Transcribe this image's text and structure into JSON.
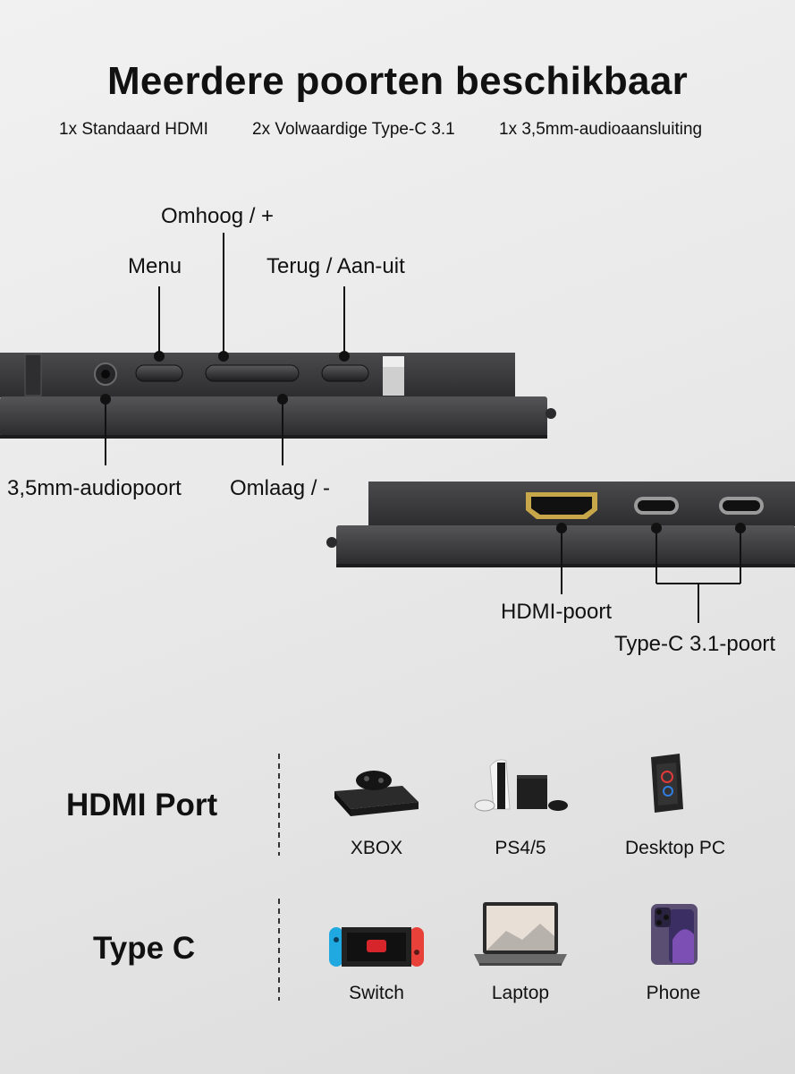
{
  "header": {
    "title": "Meerdere poorten beschikbaar",
    "features": [
      "1x Standaard HDMI",
      "2x Volwaardige Type-C 3.1",
      "1x 3,5mm-audioaansluiting"
    ]
  },
  "side_panel": {
    "labels": {
      "up": "Omhoog / +",
      "menu": "Menu",
      "back_power": "Terug / Aan-uit",
      "audio": "3,5mm-audiopoort",
      "down": "Omlaag / -"
    }
  },
  "port_panel": {
    "labels": {
      "hdmi": "HDMI-poort",
      "typec": "Type-C 3.1-poort"
    }
  },
  "compatibility": {
    "hdmi": {
      "title": "HDMI Port",
      "devices": [
        "XBOX",
        "PS4/5",
        "Desktop PC"
      ]
    },
    "typec": {
      "title": "Type C",
      "devices": [
        "Switch",
        "Laptop",
        "Phone"
      ]
    }
  },
  "colors": {
    "device_body": "#3a3a3c",
    "accent_gold": "#c8a64a"
  }
}
